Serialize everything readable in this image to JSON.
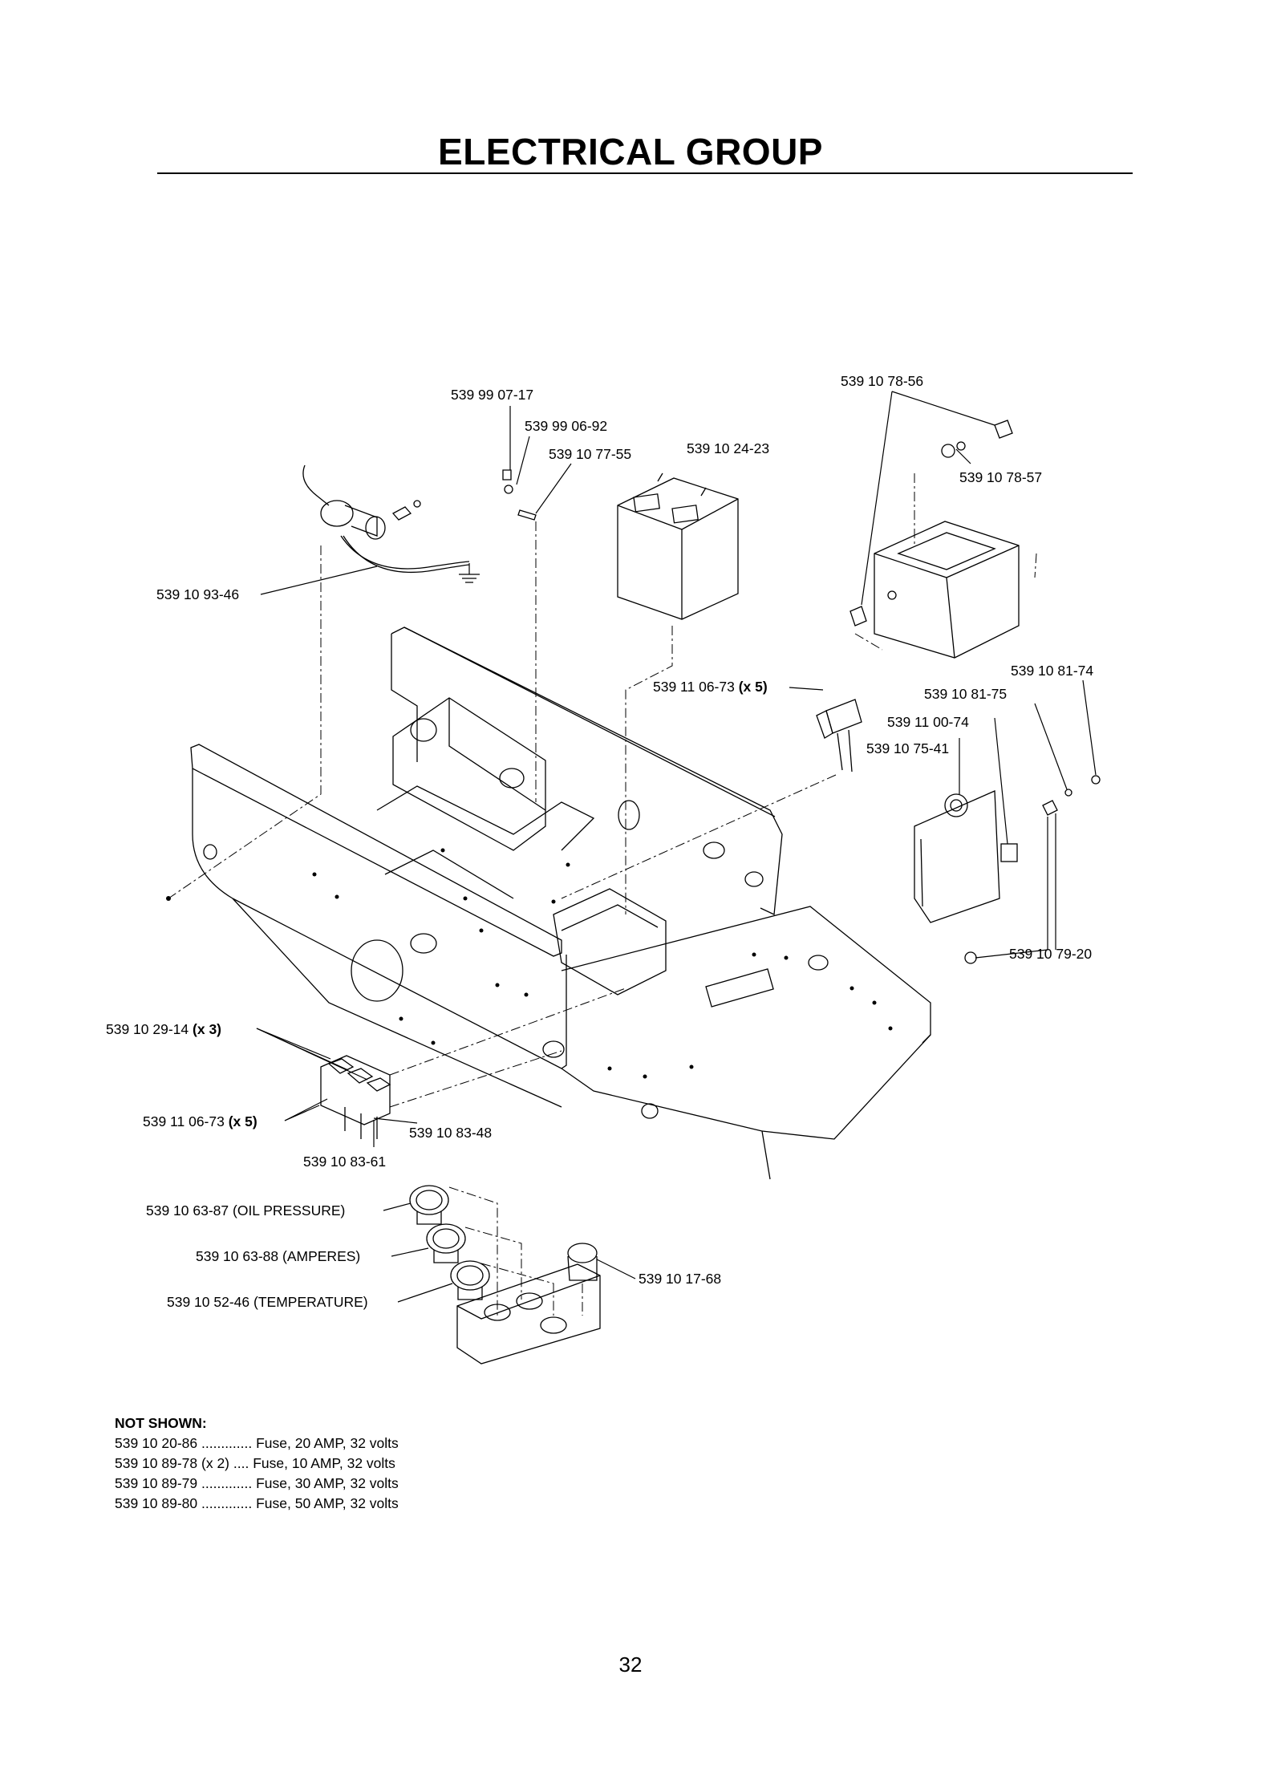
{
  "title": "ELECTRICAL GROUP",
  "labels": {
    "p1": "539 99 07-17",
    "p2": "539 99 06-92",
    "p3": "539 10 77-55",
    "p4": "539 10 24-23",
    "p5": "539 10 78-56",
    "p6": "539 10 78-57",
    "p7": "539 10 93-46",
    "p8": "539 10 81-74",
    "p9": "539 10 81-75",
    "p10_num": "539 11 06-73",
    "p10_qty": "(x 5)",
    "p11": "539 11 00-74",
    "p12": "539 10 75-41",
    "p13": "539 10 79-20",
    "p14_num": "539 10 29-14",
    "p14_qty": "(x 3)",
    "p15_num": "539 11 06-73",
    "p15_qty": "(x 5)",
    "p16": "539 10 83-48",
    "p17": "539 10 83-61",
    "p18": "539 10 63-87 (OIL PRESSURE)",
    "p19": "539 10 63-88 (AMPERES)",
    "p20": "539 10 52-46 (TEMPERATURE)",
    "p21": "539 10 17-68"
  },
  "not_shown": {
    "heading": "NOT SHOWN:",
    "items": [
      {
        "part": "539 10 20-86",
        "dots": " ............. ",
        "desc": "Fuse, 20 AMP, 32 volts"
      },
      {
        "part": "539 10 89-78 (x 2)",
        "dots": " .... ",
        "desc": "Fuse, 10 AMP, 32 volts"
      },
      {
        "part": "539 10 89-79",
        "dots": " ............. ",
        "desc": "Fuse, 30 AMP, 32 volts"
      },
      {
        "part": "539 10 89-80",
        "dots": " ............. ",
        "desc": "Fuse, 50 AMP, 32 volts"
      }
    ]
  },
  "page_number": "32"
}
